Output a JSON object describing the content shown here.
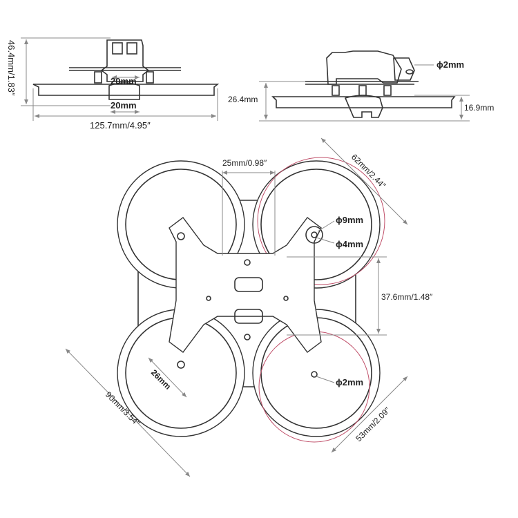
{
  "side_view": {
    "height_label": "46.4mm/1.83″",
    "top_width_label": "20mm",
    "bottom_width_label": "20mm",
    "width_label": "125.7mm/4.95″"
  },
  "front_view": {
    "height_label": "26.4mm",
    "hole_label": "ϕ2mm",
    "duct_height_label": "16.9mm"
  },
  "top_view": {
    "stack_label": "25mm/0.98″",
    "duct_diag_label": "62mm/2.44″",
    "outer_hole_label": "ϕ9mm",
    "inner_hole_label": "ϕ4mm",
    "spacing_label": "37.6mm/1.48″",
    "motor_label": "26mm",
    "small_hole_label": "ϕ2mm",
    "wheelbase_label": "90mm/3.54″",
    "prop_label": "53mm/2.09″"
  },
  "colors": {
    "highlight": "#c0506a",
    "line": "#333333",
    "dimension": "#888888"
  }
}
